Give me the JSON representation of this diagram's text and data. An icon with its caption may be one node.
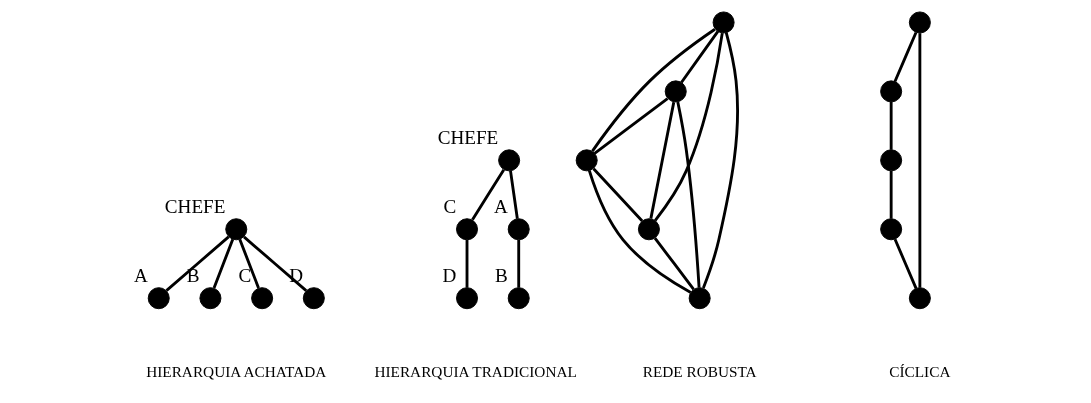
{
  "diagram": {
    "nodes": [
      {
        "text": [
          "CHEFE"
        ]
      },
      {
        "text": [
          "A"
        ]
      },
      {
        "text": [
          "B"
        ]
      },
      {
        "text": [
          "C"
        ]
      },
      {
        "text": [
          "D"
        ]
      },
      {
        "text": [
          "CHEFE"
        ]
      },
      {
        "text": [
          "A"
        ]
      },
      {
        "text": [
          "C"
        ]
      },
      {
        "text": [
          "B"
        ]
      },
      {
        "text": [
          "D"
        ]
      },
      {
        "text": [],
        "shape": "circle"
      },
      {
        "text": [],
        "shape": "circle"
      },
      {
        "text": [],
        "shape": "circle"
      },
      {
        "text": [],
        "shape": "circle"
      },
      {
        "text": [],
        "shape": "circle"
      },
      {
        "text": [],
        "shape": "circle"
      },
      {
        "text": [],
        "shape": "circle"
      },
      {
        "text": [],
        "shape": "circle"
      },
      {
        "text": [],
        "shape": "circle"
      },
      {
        "text": [],
        "shape": "circle"
      }
    ],
    "edges": [
      {
        "from": 0,
        "to": 1,
        "arrow": "none"
      },
      {
        "from": 0,
        "to": 2,
        "arrow": "none"
      },
      {
        "from": 0,
        "to": 3,
        "arrow": "none"
      },
      {
        "from": 0,
        "to": 4,
        "arrow": "none"
      },
      {
        "from": 5,
        "to": 6,
        "arrow": "none"
      },
      {
        "from": 5,
        "to": 7,
        "arrow": "none"
      },
      {
        "from": 6,
        "to": 8,
        "arrow": "none"
      },
      {
        "from": 7,
        "to": 9,
        "arrow": "none"
      },
      {
        "from": 10,
        "to": 11,
        "arrow": "none"
      },
      {
        "from": 10,
        "to": 12,
        "arrow": "none"
      },
      {
        "from": 10,
        "to": 13,
        "arrow": "none"
      },
      {
        "from": 10,
        "to": 14,
        "arrow": "none"
      },
      {
        "from": 11,
        "to": 12,
        "arrow": "none"
      },
      {
        "from": 11,
        "to": 13,
        "arrow": "none"
      },
      {
        "from": 11,
        "to": 14,
        "arrow": "none"
      },
      {
        "from": 12,
        "to": 13,
        "arrow": "none"
      },
      {
        "from": 12,
        "to": 14,
        "arrow": "none"
      },
      {
        "from": 13,
        "to": 14,
        "arrow": "none"
      },
      {
        "from": 15,
        "to": 16,
        "arrow": "none"
      },
      {
        "from": 15,
        "to": 17,
        "arrow": "none"
      },
      {
        "from": 16,
        "to": 18,
        "arrow": "none"
      },
      {
        "from": 18,
        "to": 19,
        "arrow": "none"
      },
      {
        "from": 19,
        "to": 17,
        "arrow": "none"
      }
    ],
    "labels": [
      "HIERARQUIA ACHATADA",
      "HIERARQUIA TRADICIONAL",
      "REDE ROBUSTA",
      "CÍCLICA"
    ]
  }
}
